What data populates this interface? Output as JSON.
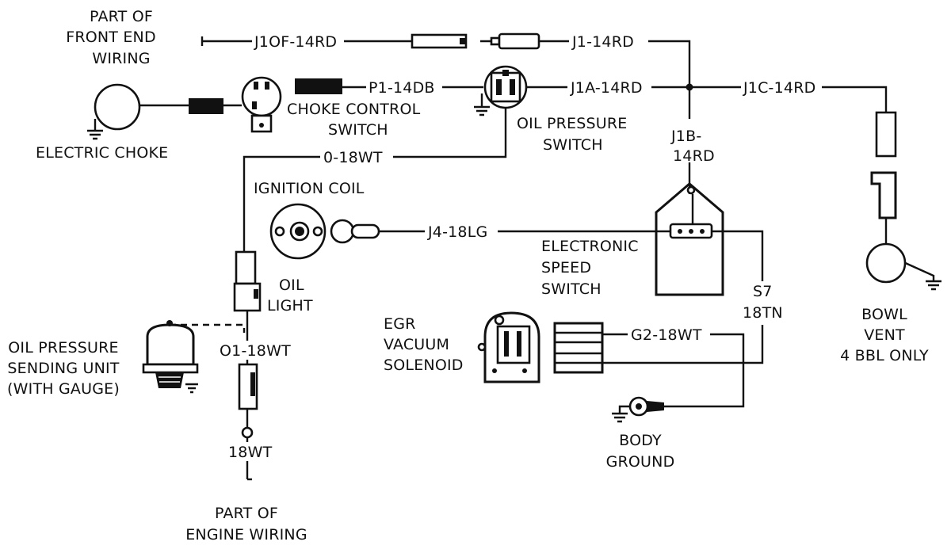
{
  "labels": {
    "front_end_1": "PART OF",
    "front_end_2": "FRONT END",
    "front_end_3": "WIRING",
    "j1of": "J1OF-14RD",
    "j1": "J1-14RD",
    "p1": "P1-14DB",
    "j1a": "J1A-14RD",
    "j1c": "J1C-14RD",
    "choke_ctrl_1": "CHOKE CONTROL",
    "choke_ctrl_2": "SWITCH",
    "electric_choke": "ELECTRIC CHOKE",
    "oil_press_sw_1": "OIL PRESSURE",
    "oil_press_sw_2": "SWITCH",
    "o18wt": "0-18WT",
    "j1b_1": "J1B-",
    "j1b_2": "14RD",
    "ignition_coil": "IGNITION COIL",
    "j4": "J4-18LG",
    "ess_1": "ELECTRONIC",
    "ess_2": "SPEED",
    "ess_3": "SWITCH",
    "oil_light_1": "OIL",
    "oil_light_2": "LIGHT",
    "s7_1": "S7",
    "s7_2": "18TN",
    "bowl_1": "BOWL",
    "bowl_2": "VENT",
    "bowl_3": "4 BBL  ONLY",
    "egr_1": "EGR",
    "egr_2": "VACUUM",
    "egr_3": "SOLENOID",
    "g2": "G2-18WT",
    "opsu_1": "OIL PRESSURE",
    "opsu_2": "SENDING UNIT",
    "opsu_3": "(WITH GAUGE)",
    "o1": "O1-18WT",
    "wt18": "18WT",
    "body_ground_1": "BODY",
    "body_ground_2": "GROUND",
    "engine_1": "PART OF",
    "engine_2": "ENGINE WIRING"
  }
}
